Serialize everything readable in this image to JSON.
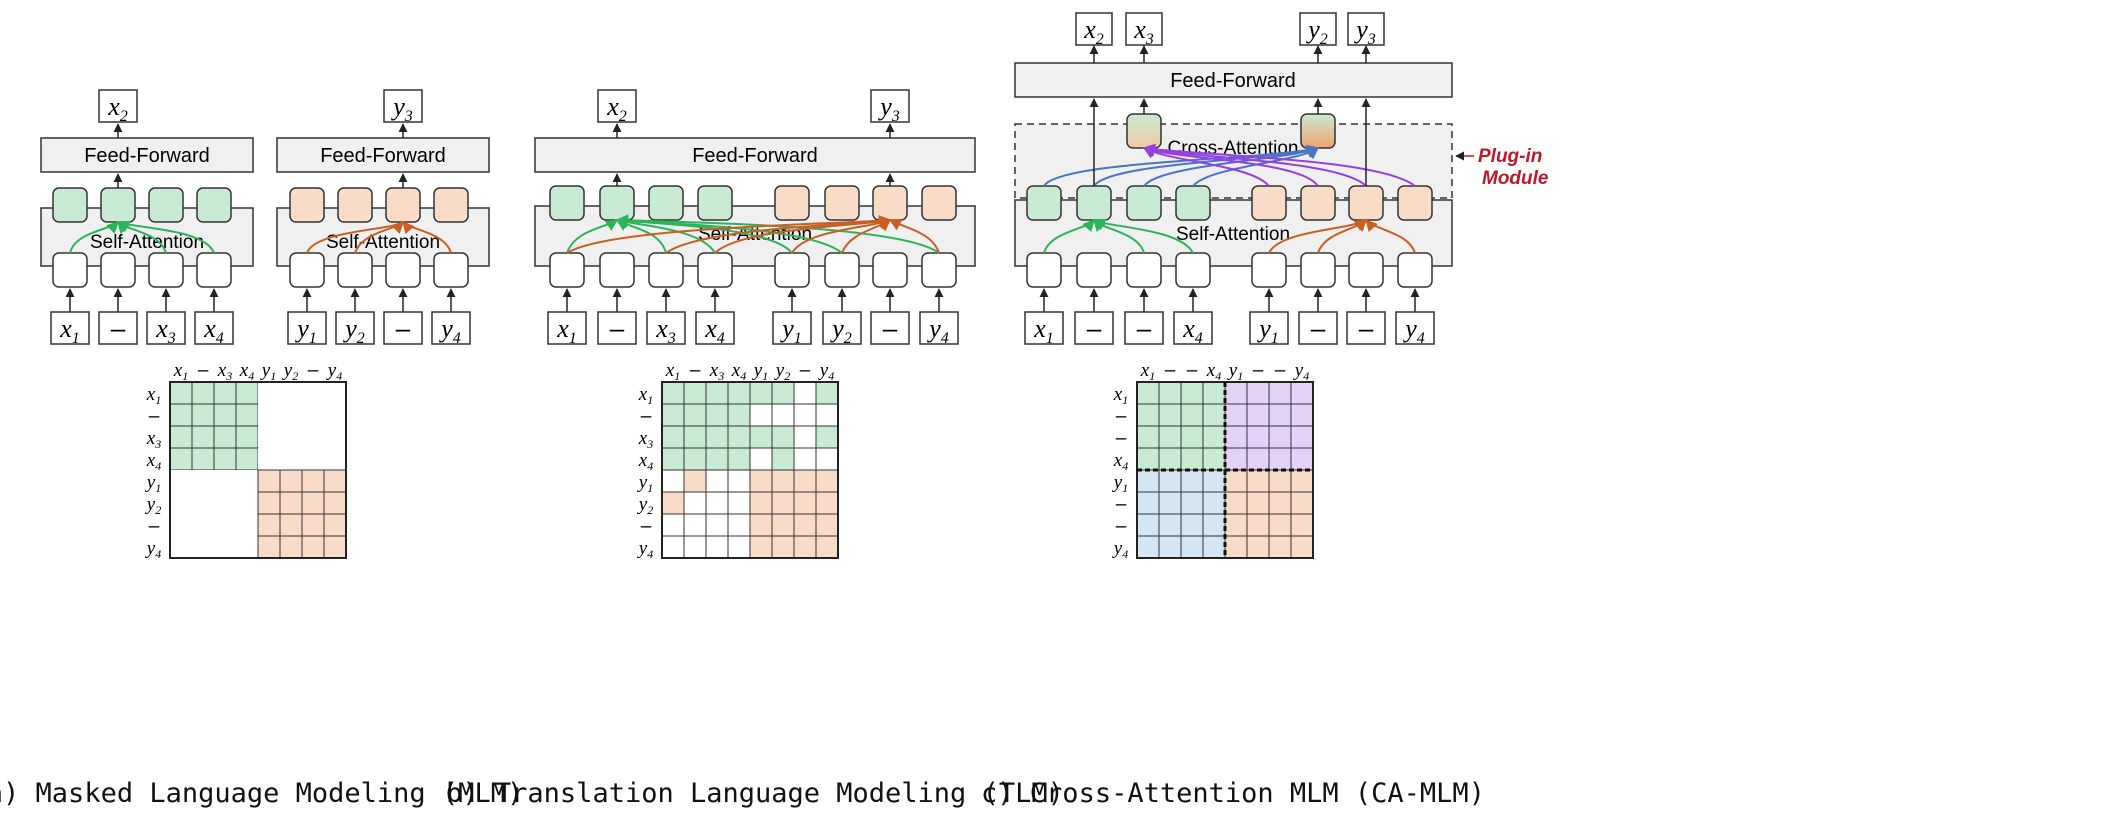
{
  "panels": [
    {
      "caption": "a) Masked Language Modeling (MLM)",
      "feed_forward": "Feed-Forward",
      "self_attention": "Self-Attention",
      "outputs": [
        {
          "t": "x",
          "s": "2"
        },
        {
          "t": "y",
          "s": "3"
        }
      ],
      "inputs_x": [
        {
          "t": "x",
          "s": "1"
        },
        {
          "t": "–",
          "s": ""
        },
        {
          "t": "x",
          "s": "3"
        },
        {
          "t": "x",
          "s": "4"
        }
      ],
      "inputs_y": [
        {
          "t": "y",
          "s": "1"
        },
        {
          "t": "y",
          "s": "2"
        },
        {
          "t": "–",
          "s": ""
        },
        {
          "t": "y",
          "s": "4"
        }
      ]
    },
    {
      "caption": "b) Translation Language Modeling (TLM)",
      "feed_forward": "Feed-Forward",
      "self_attention": "Self-Attention",
      "outputs": [
        {
          "t": "x",
          "s": "2"
        },
        {
          "t": "y",
          "s": "3"
        }
      ],
      "inputs_x": [
        {
          "t": "x",
          "s": "1"
        },
        {
          "t": "–",
          "s": ""
        },
        {
          "t": "x",
          "s": "3"
        },
        {
          "t": "x",
          "s": "4"
        }
      ],
      "inputs_y": [
        {
          "t": "y",
          "s": "1"
        },
        {
          "t": "y",
          "s": "2"
        },
        {
          "t": "–",
          "s": ""
        },
        {
          "t": "y",
          "s": "4"
        }
      ]
    },
    {
      "caption": "c) Cross-Attention MLM (CA-MLM)",
      "feed_forward": "Feed-Forward",
      "self_attention": "Self-Attention",
      "cross_attention": "Cross-Attention",
      "plugin_label_line1": "Plug-in",
      "plugin_label_line2": "Module",
      "outputs": [
        {
          "t": "x",
          "s": "2"
        },
        {
          "t": "x",
          "s": "3"
        },
        {
          "t": "y",
          "s": "2"
        },
        {
          "t": "y",
          "s": "3"
        }
      ],
      "inputs_x": [
        {
          "t": "x",
          "s": "1"
        },
        {
          "t": "–",
          "s": ""
        },
        {
          "t": "–",
          "s": ""
        },
        {
          "t": "x",
          "s": "4"
        }
      ],
      "inputs_y": [
        {
          "t": "y",
          "s": "1"
        },
        {
          "t": "–",
          "s": ""
        },
        {
          "t": "–",
          "s": ""
        },
        {
          "t": "y",
          "s": "4"
        }
      ]
    }
  ],
  "matrices": [
    {
      "labels": [
        {
          "t": "x",
          "s": "1"
        },
        {
          "t": "–",
          "s": ""
        },
        {
          "t": "x",
          "s": "3"
        },
        {
          "t": "x",
          "s": "4"
        },
        {
          "t": "y",
          "s": "1"
        },
        {
          "t": "y",
          "s": "2"
        },
        {
          "t": "–",
          "s": ""
        },
        {
          "t": "y",
          "s": "4"
        }
      ],
      "cells": [
        "GGGG0000",
        "GGGG0000",
        "GGGG0000",
        "GGGG0000",
        "0000OOOO",
        "0000OOOO",
        "0000OOOO",
        "0000OOOO"
      ]
    },
    {
      "labels": [
        {
          "t": "x",
          "s": "1"
        },
        {
          "t": "–",
          "s": ""
        },
        {
          "t": "x",
          "s": "3"
        },
        {
          "t": "x",
          "s": "4"
        },
        {
          "t": "y",
          "s": "1"
        },
        {
          "t": "y",
          "s": "2"
        },
        {
          "t": "–",
          "s": ""
        },
        {
          "t": "y",
          "s": "4"
        }
      ],
      "cells": [
        "GGGGGG0G",
        "GGGG0000",
        "GGGGGG0G",
        "GGGG0G00",
        "0O00OOOO",
        "O000OOOO",
        "0000OOOO",
        "0000OOOO"
      ]
    },
    {
      "labels": [
        {
          "t": "x",
          "s": "1"
        },
        {
          "t": "–",
          "s": ""
        },
        {
          "t": "–",
          "s": ""
        },
        {
          "t": "x",
          "s": "4"
        },
        {
          "t": "y",
          "s": "1"
        },
        {
          "t": "–",
          "s": ""
        },
        {
          "t": "–",
          "s": ""
        },
        {
          "t": "y",
          "s": "4"
        }
      ],
      "cells": [
        "GGGGPPPP",
        "GGGGPPPP",
        "GGGGPPPP",
        "GGGGPPPP",
        "BBBBOOOO",
        "BBBBOOOO",
        "BBBBOOOO",
        "BBBBOOOO"
      ]
    }
  ],
  "colors": {
    "green": "#c9ebd3",
    "orange": "#f9dcc8",
    "purple": "#e4d3f7",
    "blue": "#d4e6f4",
    "green_line": "#2bb45a",
    "orange_line": "#c95f23",
    "blue_line": "#4a74c6",
    "purple_line": "#9540e0",
    "box_gray": "#f0f0f0",
    "plugin_red": "#c0182a"
  }
}
